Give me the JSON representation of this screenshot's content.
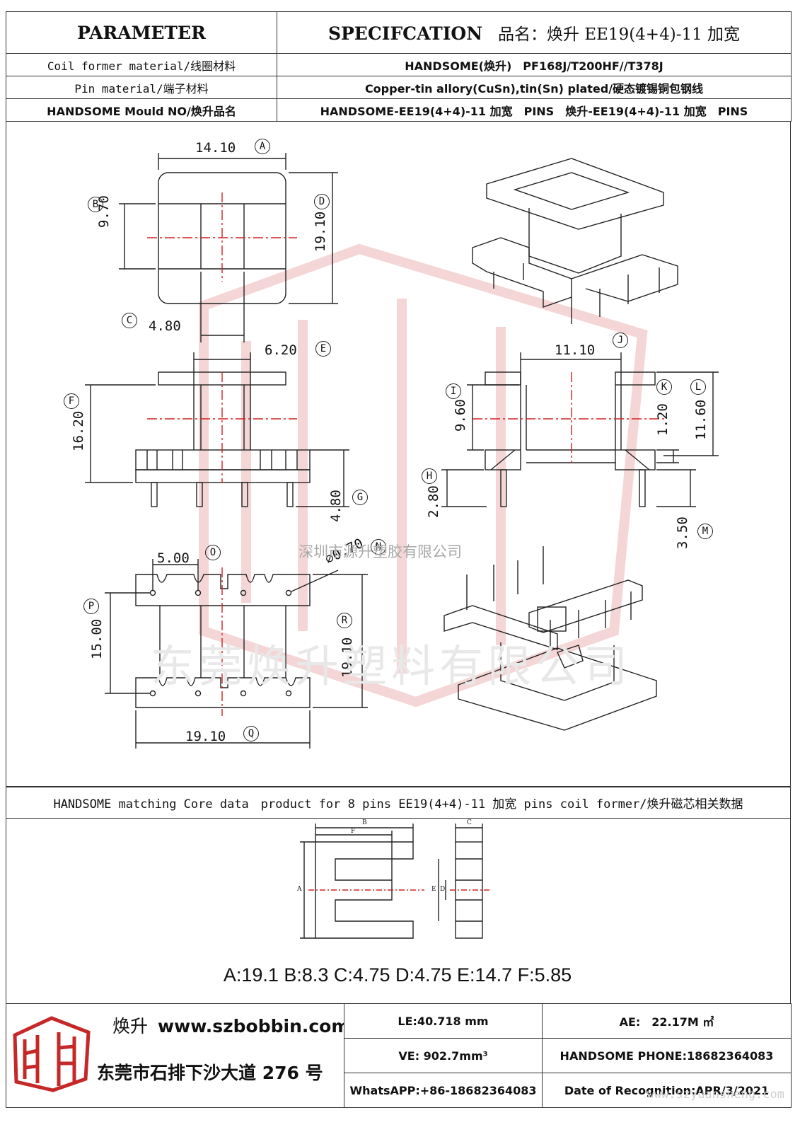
{
  "header": {
    "parameter": "PARAMETER",
    "specification": "SPECIFCATION",
    "product_name": "品名：焕升 EE19(4+4)-11 加宽"
  },
  "rows": [
    {
      "label": "Coil former material/线圈材料",
      "value": "HANDSOME(焕升)　PF168J/T200HF//T378J"
    },
    {
      "label": "Pin material/端子材料",
      "value": "Copper-tin allory(CuSn),tin(Sn) plated/硬态镀锡铜包钢线"
    },
    {
      "label": "HANDSOME Mould NO/焕升品名",
      "value": "HANDSOME-EE19(4+4)-11 加宽　PINS　焕升-EE19(4+4)-11 加宽　PINS"
    }
  ],
  "dimensions": {
    "A": "14.10",
    "B": "9.70",
    "C": "4.80",
    "D": "19.10",
    "E": "6.20",
    "F": "16.20",
    "G": "4.80",
    "H": "2.80",
    "I": "9.60",
    "J": "11.10",
    "K": "1.20",
    "L": "11.60",
    "M": "3.50",
    "N": "⌀0.70",
    "O": "5.00",
    "P": "15.00",
    "Q": "19.10",
    "R": "19.10"
  },
  "dimension_letters": [
    "A",
    "B",
    "C",
    "D",
    "E",
    "F",
    "G",
    "H",
    "I",
    "J",
    "K",
    "L",
    "M",
    "N",
    "O",
    "P",
    "Q",
    "R"
  ],
  "core": {
    "title": "HANDSOME matching Core data　product for 8 pins EE19(4+4)-11 加宽 pins coil former/焕升磁芯相关数据",
    "dims_text": "A:19.1 B:8.3 C:4.75 D:4.75 E:14.7 F:5.85",
    "letters": [
      "A",
      "B",
      "C",
      "D",
      "E",
      "F"
    ]
  },
  "footer": {
    "brand_cn": "焕升",
    "website": "www.szbobbin.com",
    "address": "东莞市石排下沙大道 276 号",
    "le": "LE:40.718 mm",
    "ae": "AE:　22.17M ㎡",
    "ve": "VE: 902.7mm³",
    "phone": "HANDSOME PHONE:18682364083",
    "whatsapp": "WhatsAPP:+86-18682364083",
    "date": "Date of Recognition:APR/3/2021"
  },
  "watermarks": {
    "company_small": "深圳市源升塑胶有限公司",
    "company_big": "东莞焕升塑料有限公司",
    "url": "www.szyuansheng.com"
  },
  "colors": {
    "line": "#222222",
    "center": "#d42020",
    "watermark": "#f0c8c8",
    "logo": "#c62828"
  }
}
